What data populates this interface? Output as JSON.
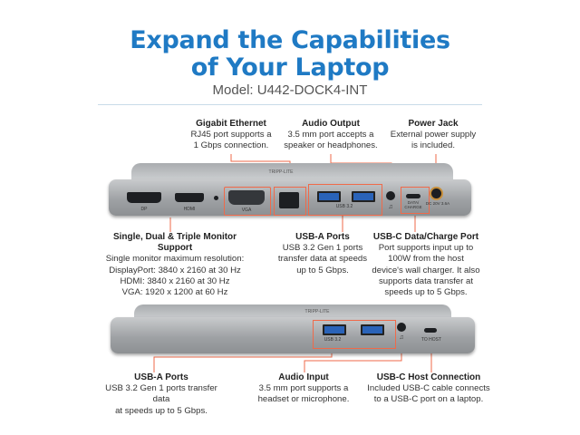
{
  "header": {
    "title_line1": "Expand the Capabilities",
    "title_line2": "of Your Laptop",
    "model": "Model: U442-DOCK4-INT"
  },
  "brand_logo": "TRIPP-LITE",
  "top_callouts": {
    "ethernet": {
      "title": "Gigabit Ethernet",
      "lines": [
        "RJ45 port supports a",
        "1 Gbps connection."
      ]
    },
    "audio_out": {
      "title": "Audio Output",
      "lines": [
        "3.5 mm port accepts a",
        "speaker or headphones."
      ]
    },
    "power": {
      "title": "Power Jack",
      "lines": [
        "External power supply",
        "is included."
      ]
    }
  },
  "middle_callouts": {
    "monitor": {
      "title": "Single, Dual & Triple Monitor Support",
      "lines": [
        "Single monitor maximum resolution:",
        "DisplayPort: 3840 x 2160 at 30 Hz",
        "HDMI: 3840 x 2160 at 30 Hz",
        "VGA: 1920 x 1200 at 60 Hz"
      ]
    },
    "usba": {
      "title": "USB-A Ports",
      "lines": [
        "USB 3.2 Gen 1 ports",
        "transfer data at speeds",
        "up to 5 Gbps."
      ]
    },
    "usbc": {
      "title": "USB-C Data/Charge Port",
      "lines": [
        "Port supports input up to",
        "100W from the host",
        "device's wall charger. It also",
        "supports data transfer at",
        "speeds up to 5 Gbps."
      ]
    }
  },
  "bottom_callouts": {
    "usba": {
      "title": "USB-A Ports",
      "lines": [
        "USB 3.2 Gen 1 ports transfer data",
        "at speeds up to 5 Gbps."
      ]
    },
    "audio_in": {
      "title": "Audio Input",
      "lines": [
        "3.5 mm port supports a",
        "headset or microphone."
      ]
    },
    "host": {
      "title": "USB-C Host Connection",
      "lines": [
        "Included USB-C cable connects",
        "to a USB-C port on a laptop."
      ]
    }
  },
  "port_labels": {
    "dp": "DP",
    "hdmi": "HDMI",
    "vga": "VGA",
    "usb32": "USB 3.2",
    "data_charge": "DATA/ CHARGE",
    "dc": "DC 20V 3.6A",
    "host": "TO HOST"
  },
  "colors": {
    "title": "#1f7ac4",
    "callout_line": "#ef6a4a",
    "usb_blue": "#2a63b8"
  }
}
